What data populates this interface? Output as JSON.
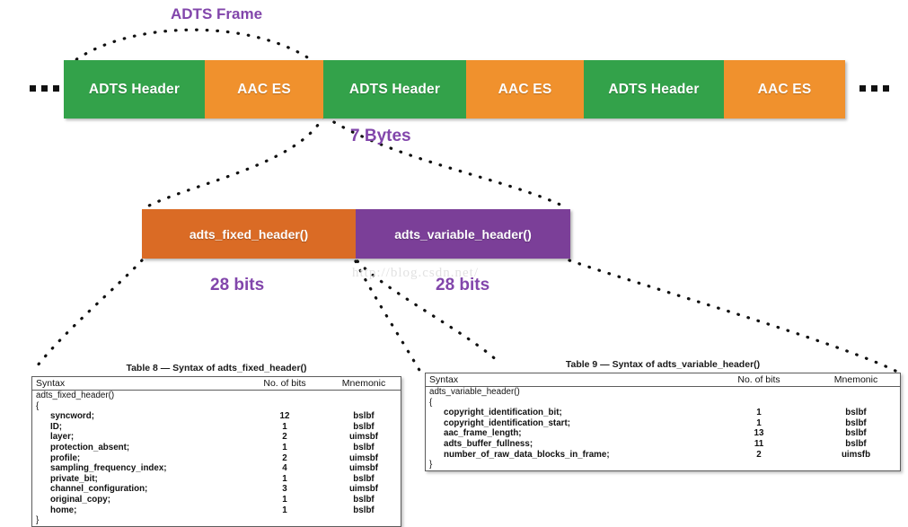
{
  "diagram": {
    "title": "ADTS Frame structure",
    "colors": {
      "green": "#33a24a",
      "orange": "#f0912d",
      "fixed_header": "#da6b25",
      "variable_header": "#7b3f98",
      "label_purple": "#8246ab",
      "watermark": "#e2e2e2"
    },
    "watermark": "http://blog.csdn.net/"
  },
  "frame_strip": {
    "leading_ellipsis": "...",
    "trailing_ellipsis": "...",
    "segments": [
      {
        "label": "ADTS Header",
        "kind": "green"
      },
      {
        "label": "AAC ES",
        "kind": "orange"
      },
      {
        "label": "ADTS Header",
        "kind": "green"
      },
      {
        "label": "AAC ES",
        "kind": "orange"
      },
      {
        "label": "ADTS Header",
        "kind": "green"
      },
      {
        "label": "AAC ES",
        "kind": "orange"
      }
    ]
  },
  "callouts": {
    "adts_frame": "ADTS Frame",
    "seven_bytes": "7 Bytes",
    "bits_left": "28 bits",
    "bits_right": "28 bits"
  },
  "header_strip": {
    "segments": [
      {
        "label": "adts_fixed_header()",
        "kind": "fixed"
      },
      {
        "label": "adts_variable_header()",
        "kind": "variable"
      }
    ]
  },
  "table_fixed": {
    "caption": "Table 8 — Syntax of adts_fixed_header()",
    "columns": [
      "Syntax",
      "No. of bits",
      "Mnemonic"
    ],
    "rows": [
      {
        "type": "plain",
        "syntax": "adts_fixed_header()",
        "bits": "",
        "mnemonic": ""
      },
      {
        "type": "plain",
        "syntax": "{",
        "bits": "",
        "mnemonic": ""
      },
      {
        "type": "field",
        "syntax": "syncword;",
        "bits": "12",
        "mnemonic": "bslbf"
      },
      {
        "type": "field",
        "syntax": "ID;",
        "bits": "1",
        "mnemonic": "bslbf"
      },
      {
        "type": "field",
        "syntax": "layer;",
        "bits": "2",
        "mnemonic": "uimsbf"
      },
      {
        "type": "field",
        "syntax": "protection_absent;",
        "bits": "1",
        "mnemonic": "bslbf"
      },
      {
        "type": "field",
        "syntax": "profile;",
        "bits": "2",
        "mnemonic": "uimsbf"
      },
      {
        "type": "field",
        "syntax": "sampling_frequency_index;",
        "bits": "4",
        "mnemonic": "uimsbf"
      },
      {
        "type": "field",
        "syntax": "private_bit;",
        "bits": "1",
        "mnemonic": "bslbf"
      },
      {
        "type": "field",
        "syntax": "channel_configuration;",
        "bits": "3",
        "mnemonic": "uimsbf"
      },
      {
        "type": "field",
        "syntax": "original_copy;",
        "bits": "1",
        "mnemonic": "bslbf"
      },
      {
        "type": "field",
        "syntax": "home;",
        "bits": "1",
        "mnemonic": "bslbf"
      },
      {
        "type": "plain",
        "syntax": "}",
        "bits": "",
        "mnemonic": ""
      }
    ]
  },
  "table_variable": {
    "caption": "Table 9 — Syntax of adts_variable_header()",
    "columns": [
      "Syntax",
      "No. of bits",
      "Mnemonic"
    ],
    "rows": [
      {
        "type": "plain",
        "syntax": "adts_variable_header()",
        "bits": "",
        "mnemonic": ""
      },
      {
        "type": "plain",
        "syntax": "{",
        "bits": "",
        "mnemonic": ""
      },
      {
        "type": "field",
        "syntax": "copyright_identification_bit;",
        "bits": "1",
        "mnemonic": "bslbf"
      },
      {
        "type": "field",
        "syntax": "copyright_identification_start;",
        "bits": "1",
        "mnemonic": "bslbf"
      },
      {
        "type": "field",
        "syntax": "aac_frame_length;",
        "bits": "13",
        "mnemonic": "bslbf"
      },
      {
        "type": "field",
        "syntax": "adts_buffer_fullness;",
        "bits": "11",
        "mnemonic": "bslbf"
      },
      {
        "type": "field",
        "syntax": "number_of_raw_data_blocks_in_frame;",
        "bits": "2",
        "mnemonic": "uimsfb"
      },
      {
        "type": "plain",
        "syntax": "}",
        "bits": "",
        "mnemonic": ""
      }
    ]
  }
}
